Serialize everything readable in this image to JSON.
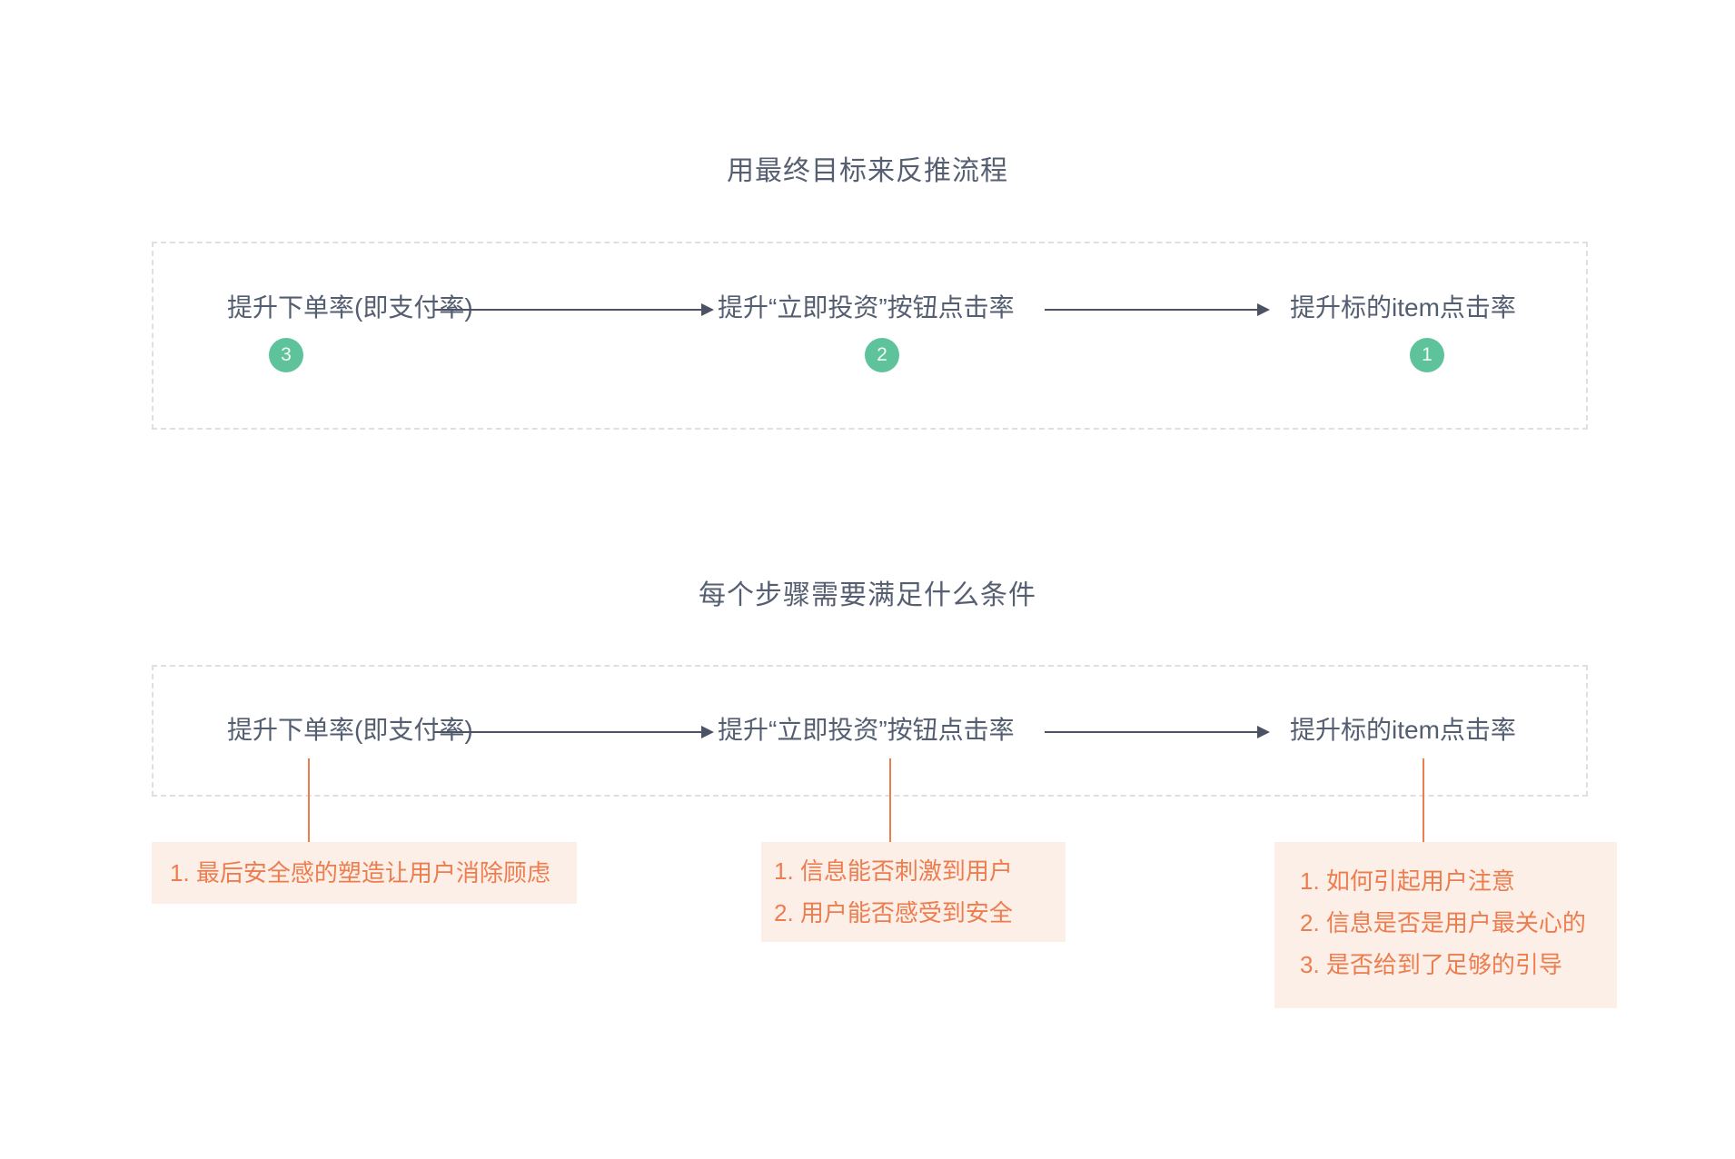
{
  "colors": {
    "node_text": "#545E71",
    "arrow": "#4A5263",
    "dashed_border": "#DFDFDF",
    "badge_green": "#5EC29A",
    "orange": "#ED7D4E",
    "orange_box_bg": "#FCEFE8"
  },
  "section1": {
    "title": "用最终目标来反推流程",
    "nodes": [
      {
        "label": "提升下单率(即支付率)",
        "badge": "3"
      },
      {
        "label": "提升“立即投资”按钮点击率",
        "badge": "2"
      },
      {
        "label": "提升标的item点击率",
        "badge": "1"
      }
    ]
  },
  "section2": {
    "title": "每个步骤需要满足什么条件",
    "nodes": [
      {
        "label": "提升下单率(即支付率)"
      },
      {
        "label": "提升“立即投资”按钮点击率"
      },
      {
        "label": "提升标的item点击率"
      }
    ],
    "notes": [
      {
        "items": [
          "1. 最后安全感的塑造让用户消除顾虑"
        ]
      },
      {
        "items": [
          "1. 信息能否刺激到用户",
          "2. 用户能否感受到安全"
        ]
      },
      {
        "items": [
          "1. 如何引起用户注意",
          "2. 信息是否是用户最关心的",
          "3. 是否给到了足够的引导"
        ]
      }
    ]
  }
}
